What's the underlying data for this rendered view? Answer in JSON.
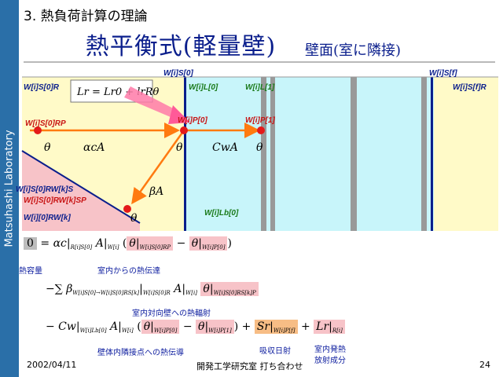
{
  "sidebar": {
    "text": "Matsuhashi Laboratory"
  },
  "header": {
    "section": "3. 熱負荷計算の理論",
    "title": "熱平衡式(軽量壁)",
    "subtitle": "壁面(室に隣接)"
  },
  "diagram": {
    "labels": {
      "s0r": "W[i]S[0]R",
      "s0": "W[i]S[0]",
      "l0": "W[i]L[0]",
      "l1": "W[i]L[1]",
      "sf": "W[i]S[f]",
      "sfr": "W[i]S[f]R",
      "s0rp": "W[i]S[0]RP",
      "p0": "W[i]P[0]",
      "p1": "W[i]P[1]",
      "rws": "W[i]S[0]RW[k]S",
      "rwsp": "W[i]S[0]RW[k]SP",
      "rw": "W[i][0]RW[k]",
      "lb": "W[i]Lb[0]"
    },
    "math": {
      "lr": "Lr = Lr0 + lrRθ",
      "theta": "θ",
      "alpha": "αcA",
      "cw": "CwA",
      "beta": "βA"
    },
    "colors": {
      "room": "#fffac8",
      "wall": "#c8f5fa",
      "pinkRegion": "#f7c3c8",
      "arrow": "#ff7a10",
      "point": "#e41a1a",
      "pinkArrow": "#ff7aa8",
      "labelBlue": "#0a1e8c",
      "labelRed": "#c81414",
      "labelGreen": "#1a7a1a"
    }
  },
  "equation": {
    "line1": {
      "lhs": "0",
      "eq": "=",
      "alpha": "αc",
      "alphaSub": "R[i]S[0]",
      "A": "A",
      "Asub": "W[i]",
      "t1": "θ",
      "t1sub": "W[i]S[0]RP",
      "minus": "−",
      "t2": "θ",
      "t2sub": "W[i]P[0]"
    },
    "line2": {
      "prefix": "−∑",
      "beta": "β",
      "betaSub": "W[i]S[0]→W[i]S[0]RS[k]",
      "barSub": "W[i]S[0]R",
      "A": "A",
      "Asub": "W[i]",
      "t": "θ",
      "tsub": "W[i]S[0]RS[k]P"
    },
    "line3": {
      "prefix": "− Cw",
      "cwSub": "W[i]Lb[0]",
      "A": "A",
      "Asub": "W[i]",
      "t1": "θ",
      "t1sub": "W[i]P[0]",
      "minus": "−",
      "t2": "θ",
      "t2sub": "W[i]P[1]",
      "plus1": "+",
      "s": "Sr",
      "ssub": "W[i]P[f]",
      "plus2": "+",
      "l": "Lr",
      "lsub": "R[i]"
    },
    "annotations": {
      "heatCapacity": "熱容量",
      "indoorConvection": "室内からの熱伝達",
      "radiation": "室内対向壁への熱輻射",
      "conduction": "壁体内隣接点への熱伝導",
      "absorbedSolar": "吸収日射",
      "indoorHeatLine1": "室内発熱",
      "indoorHeatLine2": "放射成分"
    }
  },
  "footer": {
    "date": "2002/04/11",
    "center": "開発工学研究室 打ち合わせ",
    "page": "24"
  }
}
